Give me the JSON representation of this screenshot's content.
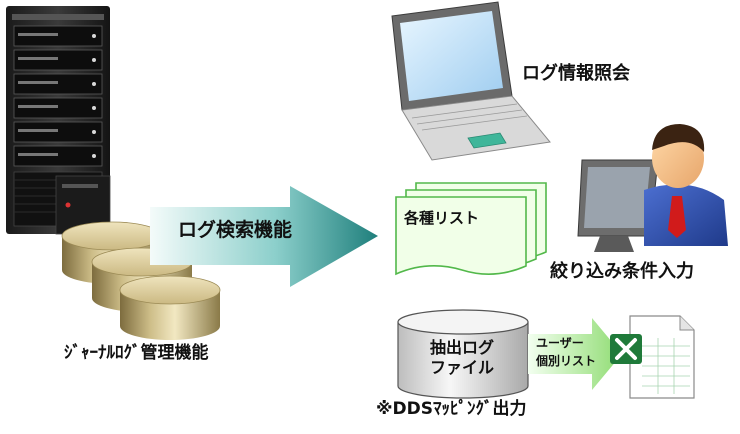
{
  "labels": {
    "server_function": "ｼﾞｬｰﾅﾙﾛｸﾞ管理機能",
    "search_function": "ログ検索機能",
    "log_inquiry": "ログ情報照会",
    "report_list": "各種リスト",
    "filter_input": "絞り込み条件入力",
    "extract_file_line1": "抽出ログ",
    "extract_file_line2": "ファイル",
    "user_list_line1": "ユーザー",
    "user_list_line2": "個別リスト",
    "dds_output": "※DDSﾏｯﾋﾟﾝｸﾞ出力"
  },
  "icons": {
    "server": "server-rack-icon",
    "database": "database-disk-icon",
    "laptop": "laptop-icon",
    "user": "user-at-computer-icon",
    "document": "document-stack-icon",
    "excel": "excel-file-icon"
  },
  "colors": {
    "arrow_teal": "#2a8a88",
    "arrow_light": "#e6f4f2",
    "disk_gold": "#c9b881",
    "list_green": "#efffe4",
    "list_border": "#52b84a",
    "green_arrow": "#9fe084",
    "excel_green": "#1f7a3a"
  }
}
